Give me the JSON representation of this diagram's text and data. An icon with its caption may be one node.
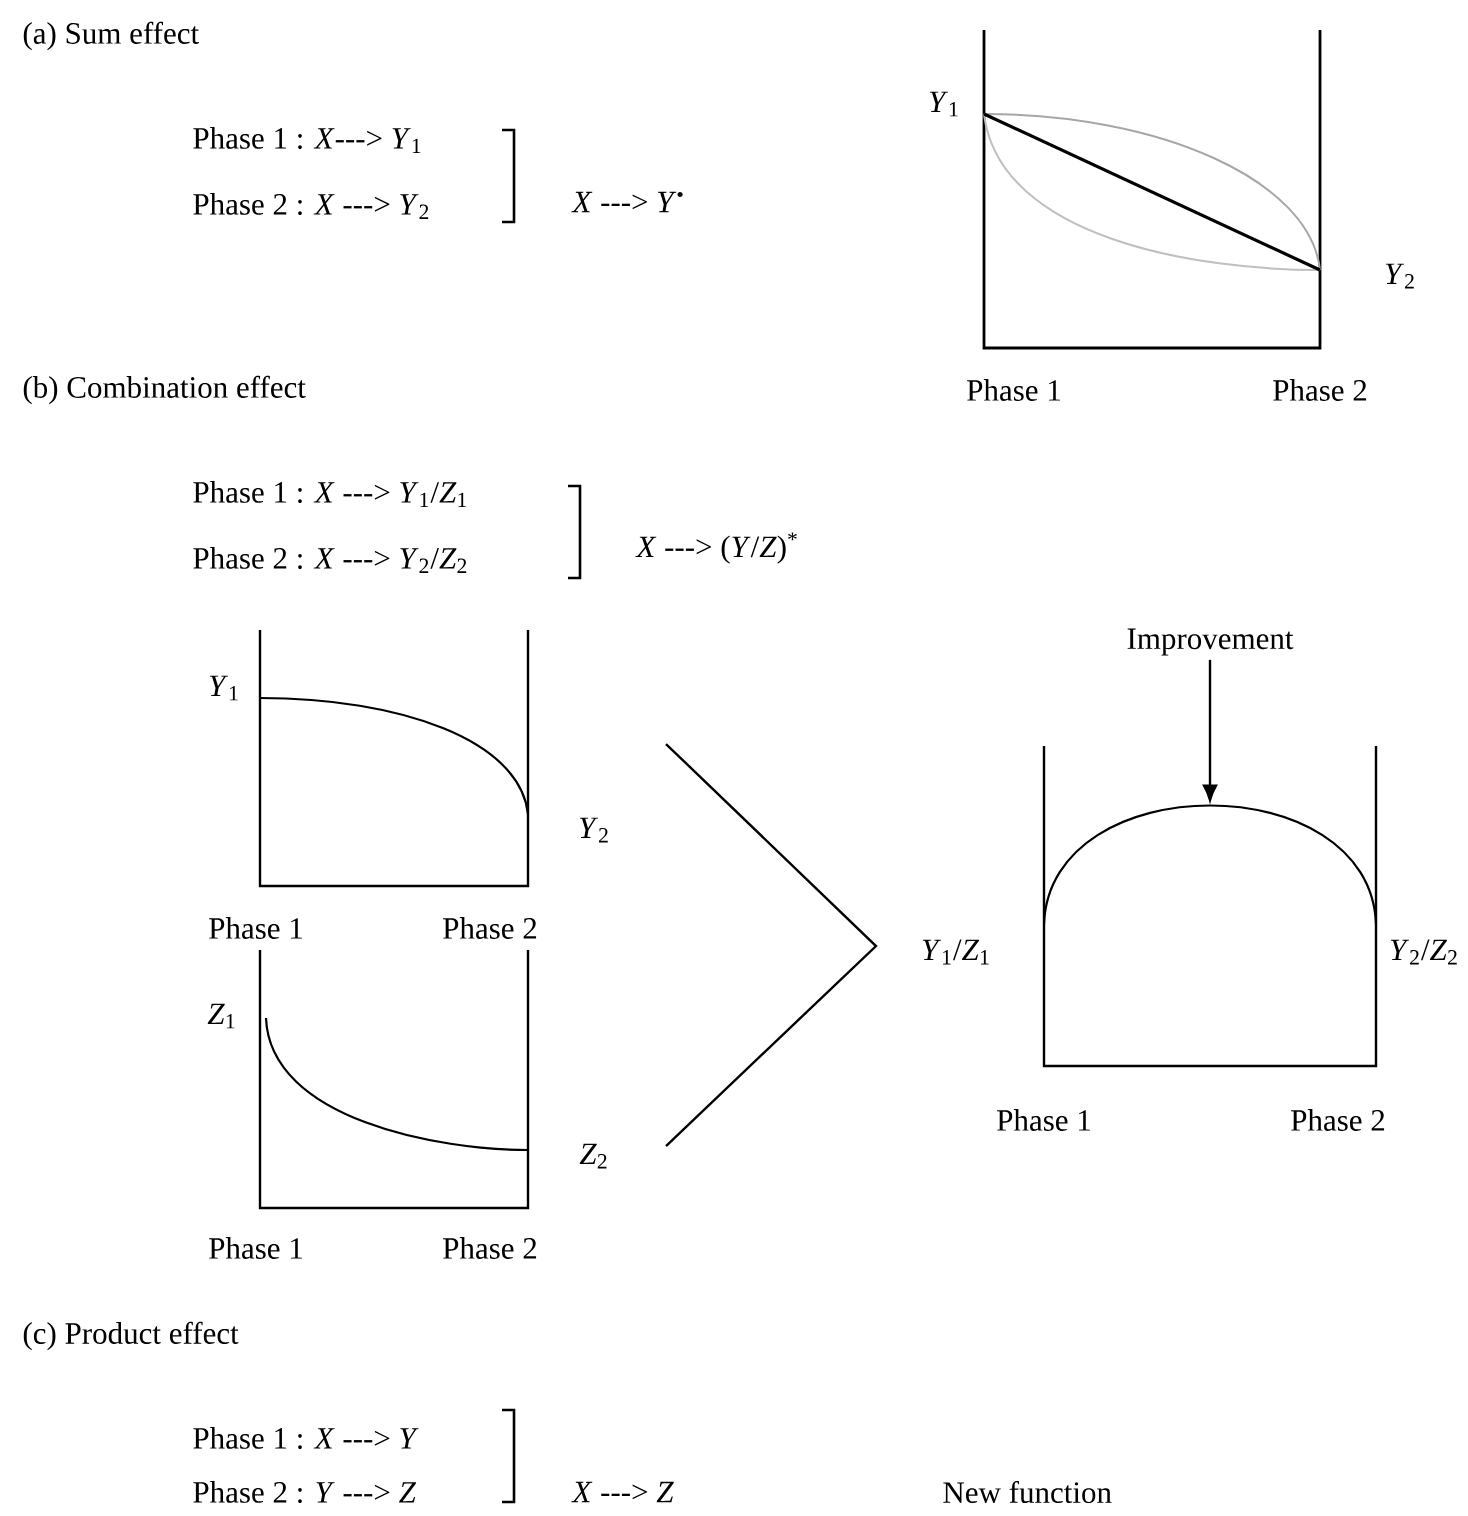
{
  "diagram": {
    "nodes": [
      {
        "text": [
          "Improvement"
        ]
      },
      {
        "text": [],
        "shape": "curve"
      }
    ],
    "edges": [
      {
        "from": 0,
        "to": 1,
        "arrow": "to"
      }
    ],
    "labels": [
      "(a) Sum effect",
      "*Y*$_{1}$",
      "Phase 1 : *X*---> *Y*$_{1}$",
      "Phase 2 : *X* ---> *Y*$_{2}$",
      "*X* ---> *Y*$^{•}$",
      "*Y*$_{2}$",
      "(b) Combination effect",
      "Phase 1",
      "Phase 2",
      "Phase 1 : *X* ---> *Y*$_{1}$/*Z*$_{1}$",
      "Phase 2 : *X* ---> *Y*$_{2}$/*Z*$_{2}$",
      "*X* ---> (*Y*/*Z*)$^{*}$",
      "*Y*$_{1}$",
      "*Y*$_{2}$",
      "Phase 1",
      "Phase 2",
      "*Y*$_{1}$/*Z*$_{1}$",
      "*Y*$_{2}$/*Z*$_{2}$",
      "*Z*$_{1}$",
      "*Z*$_{2}$",
      "Phase 1",
      "Phase 2",
      "Phase 1",
      "Phase 2",
      "(c) Product effect",
      "Phase 1 : *X* ---> *Y*",
      "Phase 2 : *Y* ---> *Z*",
      "*X* ---> *Z*",
      "New function"
    ]
  }
}
